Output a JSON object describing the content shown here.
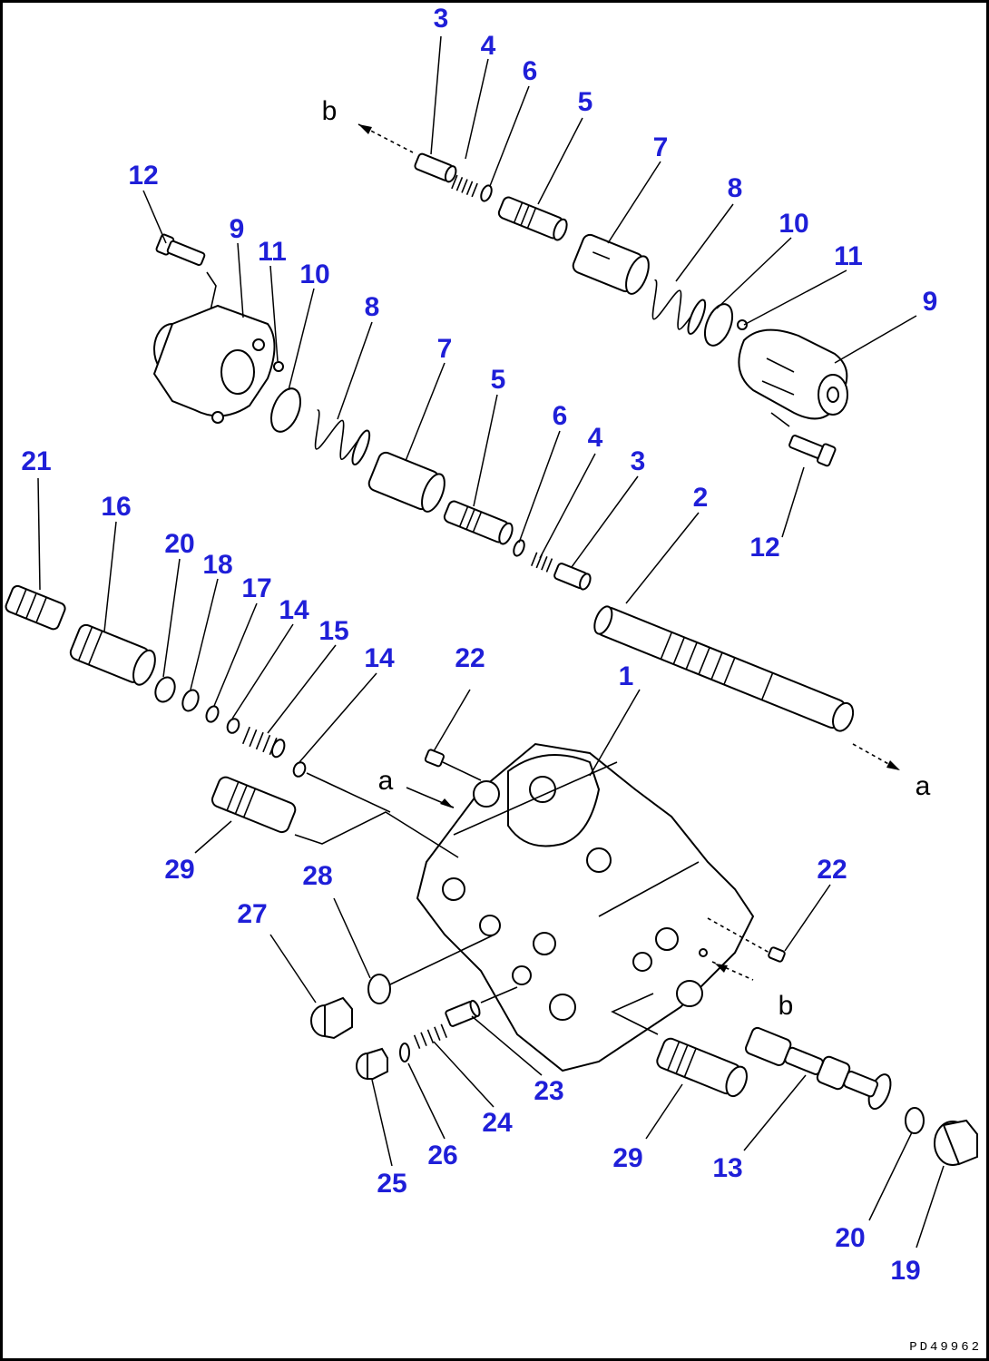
{
  "diagram": {
    "drawing_code": "PD49962",
    "direction_labels": {
      "a_left": "a",
      "a_right": "a",
      "b_top": "b",
      "b_right": "b"
    },
    "callouts": [
      "3",
      "4",
      "6",
      "5",
      "7",
      "8",
      "10",
      "11",
      "9",
      "12",
      "9",
      "11",
      "10",
      "8",
      "7",
      "5",
      "6",
      "4",
      "3",
      "2",
      "12",
      "21",
      "16",
      "20",
      "18",
      "17",
      "14",
      "15",
      "14",
      "22",
      "1",
      "29",
      "28",
      "27",
      "22",
      "23",
      "24",
      "26",
      "25",
      "29",
      "13",
      "20",
      "19"
    ]
  }
}
